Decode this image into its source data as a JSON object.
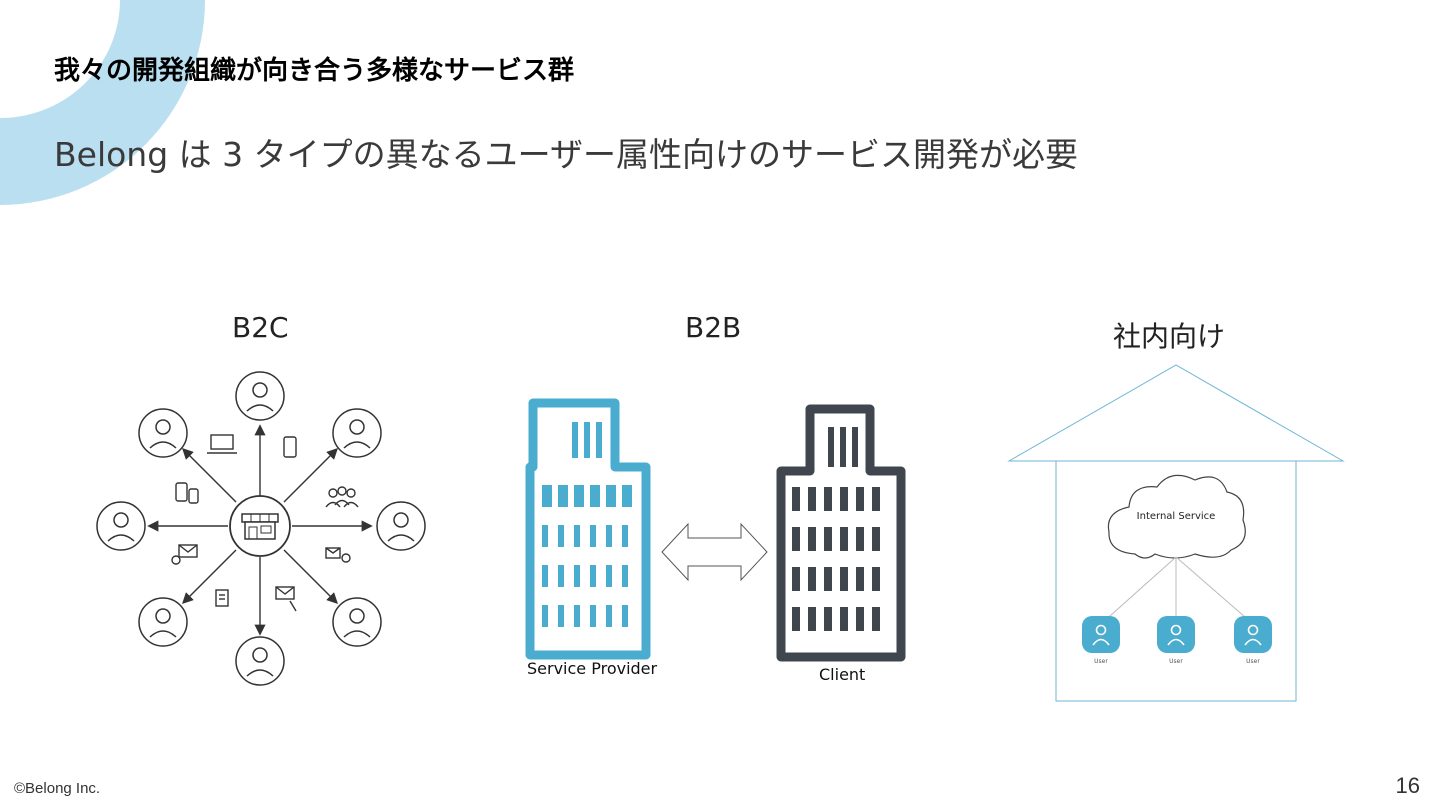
{
  "header": {
    "title": "我々の開発組織が向き合う多様なサービス群",
    "subtitle": "Belong は 3 タイプの異なるユーザー属性向けのサービス開発が必要"
  },
  "sections": {
    "b2c": {
      "label": "B2C"
    },
    "b2b": {
      "label": "B2B",
      "provider_label": "Service Provider",
      "client_label": "Client"
    },
    "internal": {
      "label": "社内向け",
      "cloud_label": "Internal Service",
      "user_label": "User"
    }
  },
  "footer": {
    "copyright": "©Belong Inc.",
    "page_number": "16"
  },
  "colors": {
    "accent": "#4aaccf",
    "decoration": "#b9dff0",
    "client_building": "#3f464e",
    "line": "#6fb6d6"
  }
}
